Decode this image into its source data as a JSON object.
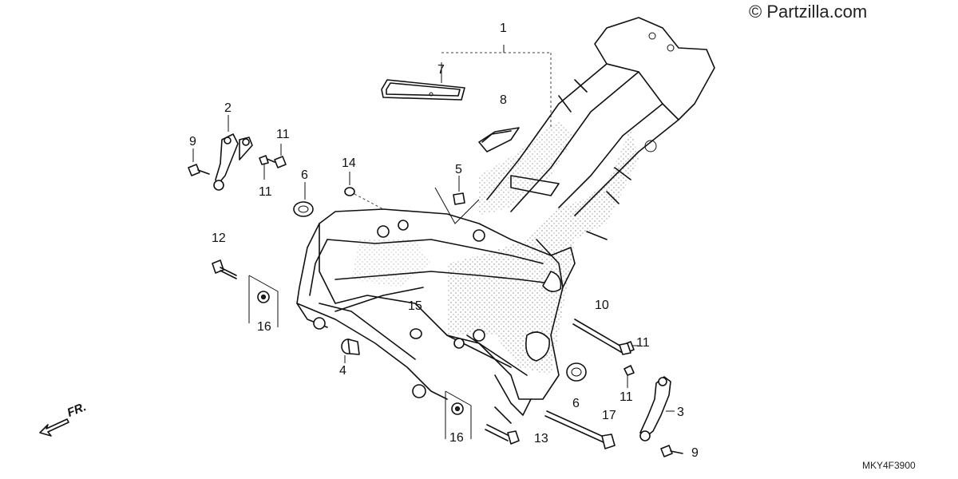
{
  "copyright": "© Partzilla.com",
  "diagram_code": "MKY4F3900",
  "direction_label": "FR.",
  "callouts": {
    "c1": "1",
    "c2": "2",
    "c3": "3",
    "c4": "4",
    "c5": "5",
    "c6a": "6",
    "c6b": "6",
    "c7": "7",
    "c8": "8",
    "c9a": "9",
    "c9b": "9",
    "c10": "10",
    "c11a": "11",
    "c11b": "11",
    "c11c": "11",
    "c11d": "11",
    "c12": "12",
    "c13": "13",
    "c14": "14",
    "c15": "15",
    "c16a": "16",
    "c16b": "16",
    "c17": "17"
  }
}
